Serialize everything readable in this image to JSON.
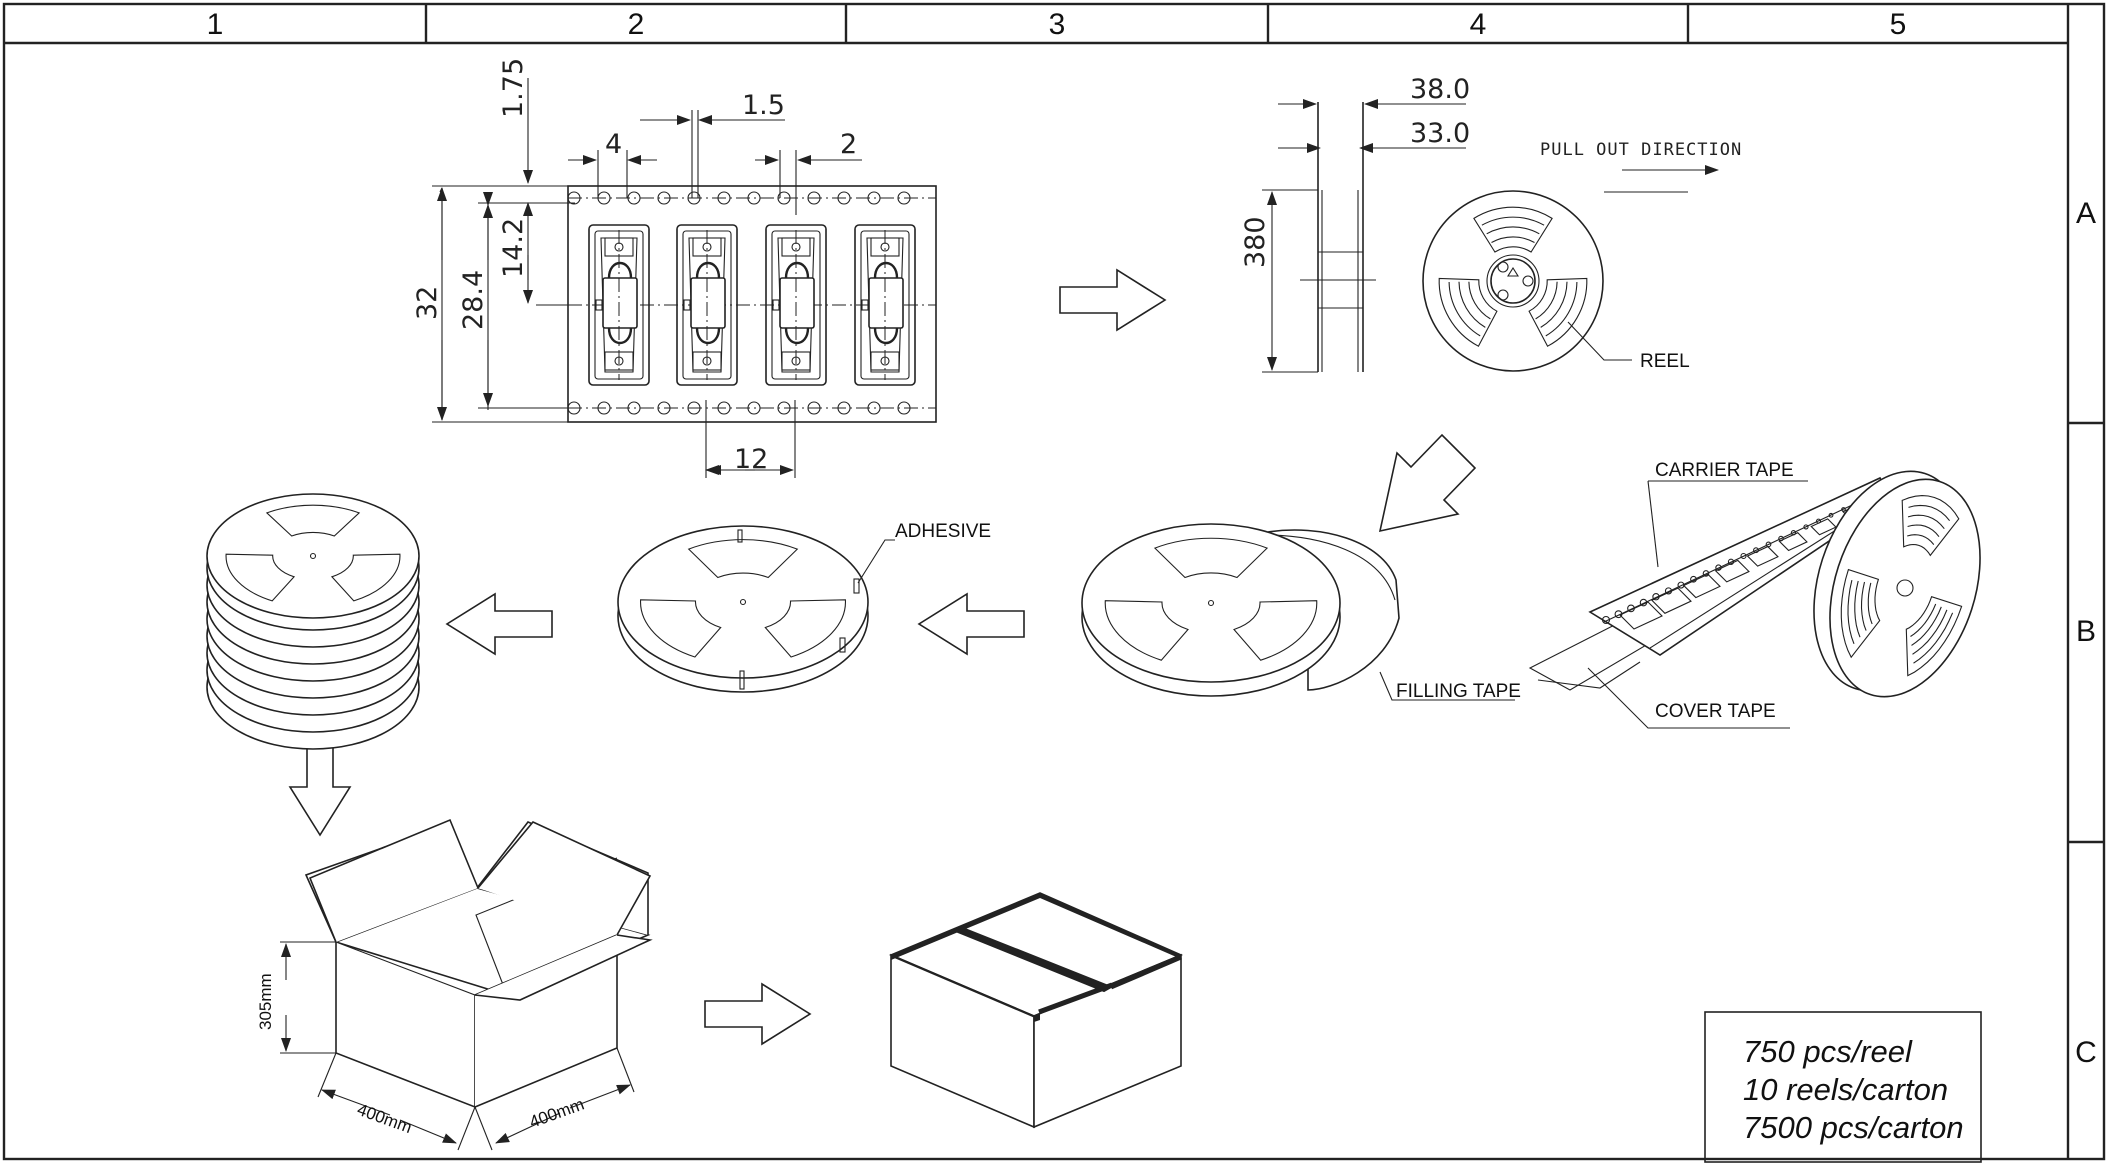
{
  "frame": {
    "column_zones": [
      "1",
      "2",
      "3",
      "4",
      "5"
    ],
    "row_zones": [
      "A",
      "B",
      "C"
    ]
  },
  "tape_dimensions": {
    "d_1_75": "1.75",
    "d_1_5": "1.5",
    "d_4": "4",
    "d_2": "2",
    "d_14_2": "14.2",
    "d_28_4": "28.4",
    "d_32": "32",
    "d_12": "12"
  },
  "reel_dimensions": {
    "d_38": "38.0",
    "d_33": "33.0",
    "d_380": "380"
  },
  "labels": {
    "pull_out": "PULL OUT DIRECTION",
    "reel": "REEL",
    "carrier_tape": "CARRIER TAPE",
    "cover_tape": "COVER TAPE",
    "filling_tape": "FILLING TAPE",
    "adhesive": "ADHESIVE"
  },
  "carton_dimensions": {
    "height": "305mm",
    "width": "400mm",
    "depth": "400mm"
  },
  "packing_note": {
    "per_reel": "750 pcs/reel",
    "reels_per_carton": "10 reels/carton",
    "per_carton": "7500 pcs/carton"
  }
}
